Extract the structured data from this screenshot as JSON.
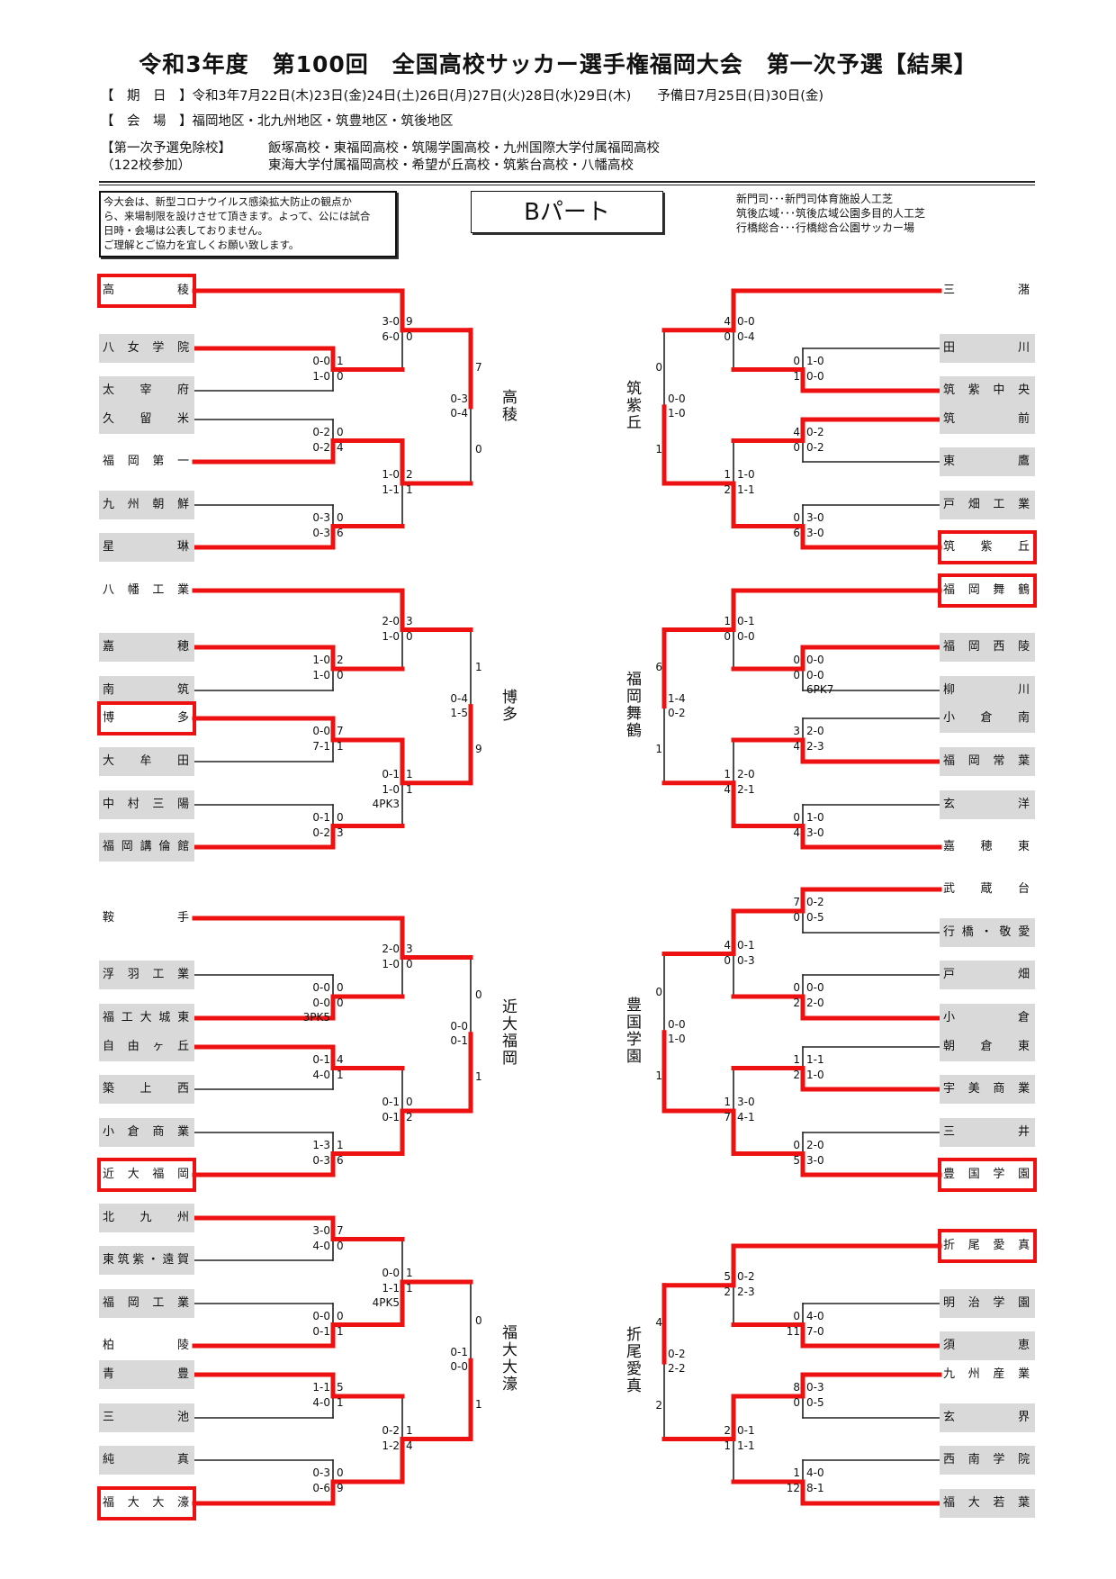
{
  "header": {
    "title": "令和3年度　第100回　全国高校サッカー選手権福岡大会　第一次予選【結果】",
    "dates": "【　期　日　】令和3年7月22日(木)23日(金)24日(土)26日(月)27日(火)28日(水)29日(木)　　予備日7月25日(日)30日(金)",
    "venue": "【　会　場　】福岡地区・北九州地区・筑豊地区・筑後地区",
    "exempt_label": "【第一次予選免除校】",
    "participants": "（122校参加）",
    "exempt_line1": "飯塚高校・東福岡高校・筑陽学園高校・九州国際大学付属福岡高校",
    "exempt_line2": "東海大学付属福岡高校・希望が丘高校・筑紫台高校・八幡高校"
  },
  "notice": [
    "今大会は、新型コロナウイルス感染拡大防止の観点か",
    "ら、来場制限を設けさせて頂きます。よって、公には試合",
    "日時・会場は公表しておりません。",
    "ご理解とご協力を宜しくお願い致します。"
  ],
  "part_label": "Bパート",
  "venues": [
    "新門司･･･新門司体育施設人工芝",
    "筑後広域･･･筑後広域公園多目的人工芝",
    "行橋総合･･･行橋総合公園サッカー場"
  ],
  "colors": {
    "winner_line": "#ee1111",
    "line": "#222222",
    "shade": "#d9d9d9"
  },
  "blocks": [
    {
      "winner": "高稜",
      "teams": [
        {
          "name": "高稜",
          "shaded": false
        },
        {
          "name": "八女学院",
          "shaded": true
        },
        {
          "name": "太宰府",
          "shaded": true
        },
        {
          "name": "久留米",
          "shaded": true
        },
        {
          "name": "福岡第一",
          "shaded": false
        },
        {
          "name": "九州朝鮮",
          "shaded": true
        },
        {
          "name": "星琳",
          "shaded": true
        }
      ],
      "final": {
        "a": {
          "a": 0,
          "b": {
            "a": 1,
            "b": 2,
            "ha": "0-0",
            "hb": "1-0",
            "sa": "1",
            "sb": "0",
            "w": "a"
          },
          "ha": "3-0",
          "hb": "6-0",
          "sa": "9",
          "sb": "0",
          "w": "a"
        },
        "b": {
          "a": {
            "a": 3,
            "b": 4,
            "ha": "0-2",
            "hb": "0-2",
            "sa": "0",
            "sb": "4",
            "w": "b"
          },
          "b": {
            "a": 5,
            "b": 6,
            "ha": "0-3",
            "hb": "0-3",
            "sa": "0",
            "sb": "6",
            "w": "b"
          },
          "ha": "1-0",
          "hb": "1-1",
          "sa": "2",
          "sb": "1",
          "w": "a"
        },
        "ha": "0-3",
        "hb": "0-4",
        "sa": "7",
        "sb": "0",
        "w": "a"
      }
    },
    {
      "winner": "博多",
      "teams": [
        {
          "name": "八幡工業",
          "shaded": false
        },
        {
          "name": "嘉穂",
          "shaded": true
        },
        {
          "name": "南筑",
          "shaded": true
        },
        {
          "name": "博多",
          "shaded": false
        },
        {
          "name": "大牟田",
          "shaded": true
        },
        {
          "name": "中村三陽",
          "shaded": true
        },
        {
          "name": "福岡講倫館",
          "shaded": true
        }
      ],
      "final": {
        "a": {
          "a": 0,
          "b": {
            "a": 1,
            "b": 2,
            "ha": "1-0",
            "hb": "1-0",
            "sa": "2",
            "sb": "0",
            "w": "a"
          },
          "ha": "2-0",
          "hb": "1-0",
          "sa": "3",
          "sb": "0",
          "w": "a"
        },
        "b": {
          "a": {
            "a": 3,
            "b": 4,
            "ha": "0-0",
            "hb": "7-1",
            "sa": "7",
            "sb": "1",
            "w": "a"
          },
          "b": {
            "a": 5,
            "b": 6,
            "ha": "0-1",
            "hb": "0-2",
            "sa": "0",
            "sb": "3",
            "w": "b"
          },
          "ha": "0-1",
          "hb": "1-0",
          "sa": "1",
          "sb": "1",
          "pk": "4PK3",
          "w": "a"
        },
        "ha": "0-4",
        "hb": "1-5",
        "sa": "1",
        "sb": "9",
        "w": "b"
      }
    },
    {
      "winner": "近大福岡",
      "teams": [
        {
          "name": "鞍手",
          "shaded": false
        },
        {
          "name": "浮羽工業",
          "shaded": true
        },
        {
          "name": "福工大城東",
          "shaded": true
        },
        {
          "name": "自由ヶ丘",
          "shaded": true
        },
        {
          "name": "築上西",
          "shaded": true
        },
        {
          "name": "小倉商業",
          "shaded": true
        },
        {
          "name": "近大福岡",
          "shaded": false
        }
      ],
      "final": {
        "a": {
          "a": 0,
          "b": {
            "a": 1,
            "b": 2,
            "ha": "0-0",
            "hb": "0-0",
            "sa": "0",
            "sb": "0",
            "pk": "3PK5",
            "w": "b"
          },
          "ha": "2-0",
          "hb": "1-0",
          "sa": "3",
          "sb": "0",
          "w": "a"
        },
        "b": {
          "a": {
            "a": 3,
            "b": 4,
            "ha": "0-1",
            "hb": "4-0",
            "sa": "4",
            "sb": "1",
            "w": "a"
          },
          "b": {
            "a": 5,
            "b": 6,
            "ha": "1-3",
            "hb": "0-3",
            "sa": "1",
            "sb": "6",
            "w": "b"
          },
          "ha": "0-1",
          "hb": "0-1",
          "sa": "0",
          "sb": "2",
          "w": "b"
        },
        "ha": "0-0",
        "hb": "0-1",
        "sa": "0",
        "sb": "1",
        "w": "b"
      }
    },
    {
      "winner": "福大大濠",
      "teams": [
        {
          "name": "北九州",
          "shaded": true
        },
        {
          "name": "東筑紫・遠賀",
          "shaded": true
        },
        {
          "name": "福岡工業",
          "shaded": true
        },
        {
          "name": "柏陵",
          "shaded": false
        },
        {
          "name": "青豊",
          "shaded": true
        },
        {
          "name": "三池",
          "shaded": true
        },
        {
          "name": "純真",
          "shaded": true
        },
        {
          "name": "福大大濠",
          "shaded": false
        }
      ],
      "final": {
        "a": {
          "a": {
            "a": 0,
            "b": 1,
            "ha": "3-0",
            "hb": "4-0",
            "sa": "7",
            "sb": "0",
            "w": "a"
          },
          "b": {
            "a": 2,
            "b": 3,
            "ha": "0-0",
            "hb": "0-1",
            "sa": "0",
            "sb": "1",
            "w": "b"
          },
          "ha": "0-0",
          "hb": "1-1",
          "sa": "1",
          "sb": "1",
          "pk": "4PK5",
          "w": "b"
        },
        "b": {
          "a": {
            "a": 4,
            "b": 5,
            "ha": "1-1",
            "hb": "4-0",
            "sa": "5",
            "sb": "1",
            "w": "a"
          },
          "b": {
            "a": 6,
            "b": 7,
            "ha": "0-3",
            "hb": "0-6",
            "sa": "0",
            "sb": "9",
            "w": "b"
          },
          "ha": "0-2",
          "hb": "1-2",
          "sa": "1",
          "sb": "4",
          "w": "b"
        },
        "ha": "0-1",
        "hb": "0-0",
        "sa": "0",
        "sb": "1",
        "w": "b"
      }
    },
    {
      "winner": "筑紫丘",
      "teams": [
        {
          "name": "三潴",
          "shaded": false
        },
        {
          "name": "田川",
          "shaded": true
        },
        {
          "name": "筑紫中央",
          "shaded": true
        },
        {
          "name": "筑前",
          "shaded": true
        },
        {
          "name": "東鷹",
          "shaded": true
        },
        {
          "name": "戸畑工業",
          "shaded": true
        },
        {
          "name": "筑紫丘",
          "shaded": false
        }
      ],
      "final": {
        "a": {
          "a": 0,
          "b": {
            "a": 1,
            "b": 2,
            "ha": "1-0",
            "hb": "0-0",
            "sa": "0",
            "sb": "1",
            "w": "b"
          },
          "ha": "0-0",
          "hb": "0-4",
          "sa": "4",
          "sb": "0",
          "w": "a"
        },
        "b": {
          "a": {
            "a": 3,
            "b": 4,
            "ha": "0-2",
            "hb": "0-2",
            "sa": "4",
            "sb": "0",
            "w": "a"
          },
          "b": {
            "a": 5,
            "b": 6,
            "ha": "3-0",
            "hb": "3-0",
            "sa": "0",
            "sb": "6",
            "w": "b"
          },
          "ha": "1-0",
          "hb": "1-1",
          "sa": "1",
          "sb": "2",
          "w": "b"
        },
        "ha": "0-0",
        "hb": "1-0",
        "sa": "0",
        "sb": "1",
        "w": "b"
      }
    },
    {
      "winner": "福岡舞鶴",
      "teams": [
        {
          "name": "福岡舞鶴",
          "shaded": false
        },
        {
          "name": "福岡西陵",
          "shaded": true
        },
        {
          "name": "柳川",
          "shaded": true
        },
        {
          "name": "小倉南",
          "shaded": true
        },
        {
          "name": "福岡常葉",
          "shaded": true
        },
        {
          "name": "玄洋",
          "shaded": true
        },
        {
          "name": "嘉穂東",
          "shaded": false
        }
      ],
      "final": {
        "a": {
          "a": 0,
          "b": {
            "a": 1,
            "b": 2,
            "ha": "0-0",
            "hb": "0-0",
            "sa": "0",
            "sb": "0",
            "pk": "6PK7",
            "w": "a"
          },
          "ha": "0-1",
          "hb": "0-0",
          "sa": "1",
          "sb": "0",
          "w": "a"
        },
        "b": {
          "a": {
            "a": 3,
            "b": 4,
            "ha": "2-0",
            "hb": "2-3",
            "sa": "3",
            "sb": "4",
            "w": "b"
          },
          "b": {
            "a": 5,
            "b": 6,
            "ha": "1-0",
            "hb": "3-0",
            "sa": "0",
            "sb": "4",
            "w": "b"
          },
          "ha": "2-0",
          "hb": "2-1",
          "sa": "1",
          "sb": "4",
          "w": "b"
        },
        "ha": "1-4",
        "hb": "0-2",
        "sa": "6",
        "sb": "1",
        "w": "a"
      }
    },
    {
      "winner": "豊国学園",
      "teams": [
        {
          "name": "武蔵台",
          "shaded": false
        },
        {
          "name": "行橋・敬愛",
          "shaded": true
        },
        {
          "name": "戸畑",
          "shaded": true
        },
        {
          "name": "小倉",
          "shaded": true
        },
        {
          "name": "朝倉東",
          "shaded": true
        },
        {
          "name": "宇美商業",
          "shaded": true
        },
        {
          "name": "三井",
          "shaded": true
        },
        {
          "name": "豊国学園",
          "shaded": false
        }
      ],
      "final": {
        "a": {
          "a": {
            "a": 0,
            "b": 1,
            "ha": "0-2",
            "hb": "0-5",
            "sa": "7",
            "sb": "0",
            "w": "a"
          },
          "b": {
            "a": 2,
            "b": 3,
            "ha": "0-0",
            "hb": "2-0",
            "sa": "0",
            "sb": "2",
            "w": "b"
          },
          "ha": "0-1",
          "hb": "0-3",
          "sa": "4",
          "sb": "0",
          "w": "a"
        },
        "b": {
          "a": {
            "a": 4,
            "b": 5,
            "ha": "1-1",
            "hb": "1-0",
            "sa": "1",
            "sb": "2",
            "w": "b"
          },
          "b": {
            "a": 6,
            "b": 7,
            "ha": "2-0",
            "hb": "3-0",
            "sa": "0",
            "sb": "5",
            "w": "b"
          },
          "ha": "3-0",
          "hb": "4-1",
          "sa": "1",
          "sb": "7",
          "w": "b"
        },
        "ha": "0-0",
        "hb": "1-0",
        "sa": "0",
        "sb": "1",
        "w": "b"
      }
    },
    {
      "winner": "折尾愛真",
      "teams": [
        {
          "name": "折尾愛真",
          "shaded": false
        },
        {
          "name": "明治学園",
          "shaded": true
        },
        {
          "name": "須恵",
          "shaded": true
        },
        {
          "name": "九州産業",
          "shaded": false
        },
        {
          "name": "玄界",
          "shaded": true
        },
        {
          "name": "西南学院",
          "shaded": true
        },
        {
          "name": "福大若葉",
          "shaded": true
        }
      ],
      "final": {
        "a": {
          "a": 0,
          "b": {
            "a": 1,
            "b": 2,
            "ha": "4-0",
            "hb": "7-0",
            "sa": "0",
            "sb": "11",
            "w": "b"
          },
          "ha": "0-2",
          "hb": "2-3",
          "sa": "5",
          "sb": "2",
          "w": "a"
        },
        "b": {
          "a": {
            "a": 3,
            "b": 4,
            "ha": "0-3",
            "hb": "0-5",
            "sa": "8",
            "sb": "0",
            "w": "a"
          },
          "b": {
            "a": 5,
            "b": 6,
            "ha": "4-0",
            "hb": "8-1",
            "sa": "1",
            "sb": "12",
            "w": "b"
          },
          "ha": "0-1",
          "hb": "1-1",
          "sa": "2",
          "sb": "1",
          "w": "a"
        },
        "ha": "0-2",
        "hb": "2-2",
        "sa": "4",
        "sb": "2",
        "w": "a"
      }
    }
  ]
}
